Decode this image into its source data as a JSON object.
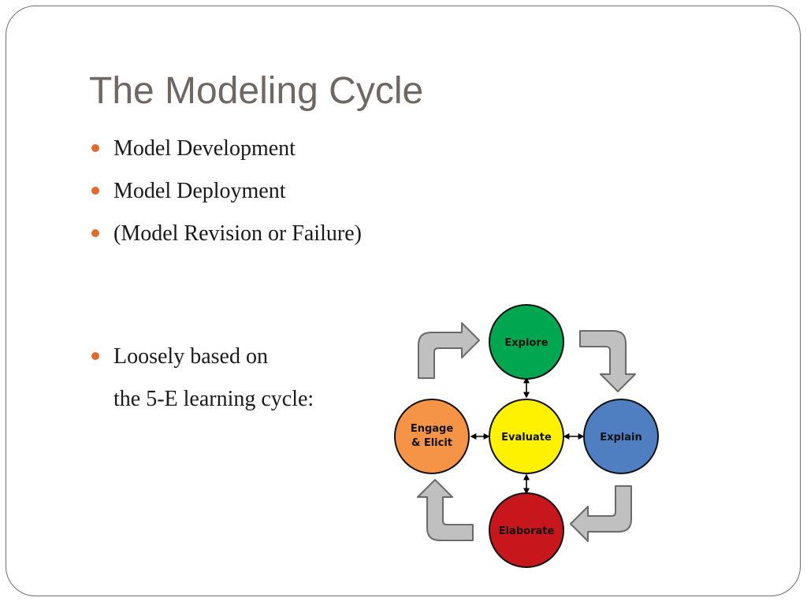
{
  "slide": {
    "title": "The Modeling Cycle",
    "bullets": [
      "Model Development",
      "Model Deployment",
      "(Model Revision or Failure)"
    ],
    "bullets_2": [
      "Loosely based on"
    ],
    "bullets_2_continuation": "the 5-E learning cycle:"
  },
  "diagram": {
    "stages": {
      "explore": {
        "label": "Explore",
        "color": "#00a650"
      },
      "explain": {
        "label": "Explain",
        "color": "#4f7fc0"
      },
      "elaborate": {
        "label": "Elaborate",
        "color": "#c8161d"
      },
      "engage": {
        "label_line1": "Engage",
        "label_line2": "& Elicit",
        "color": "#f59447"
      },
      "evaluate": {
        "label": "Evaluate",
        "color": "#fff200"
      }
    },
    "arrow_color": "#c0c0c0",
    "accent_color": "#e26a2c"
  }
}
